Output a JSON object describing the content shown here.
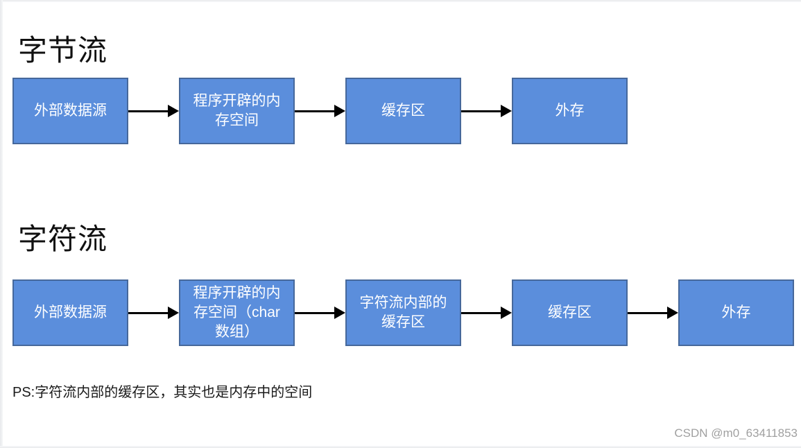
{
  "colors": {
    "box_fill": "#5b8edc",
    "box_border": "#46689b",
    "box_text": "#ffffff",
    "arrow": "#000000",
    "title_text": "#111111",
    "note_text": "#1a1a1a",
    "watermark_text": "#a0a0a0"
  },
  "flows": [
    {
      "title": "字节流",
      "nodes": [
        "外部数据源",
        "程序开辟的内存空间",
        "缓存区",
        "外存"
      ]
    },
    {
      "title": "字符流",
      "nodes": [
        "外部数据源",
        "程序开辟的内存空间（char 数组）",
        "字符流内部的缓存区",
        "缓存区",
        "外存"
      ]
    }
  ],
  "note": {
    "text": "PS:字符流内部的缓存区，其实也是内存中的空间"
  },
  "watermark": {
    "text": "CSDN @m0_63411853"
  }
}
